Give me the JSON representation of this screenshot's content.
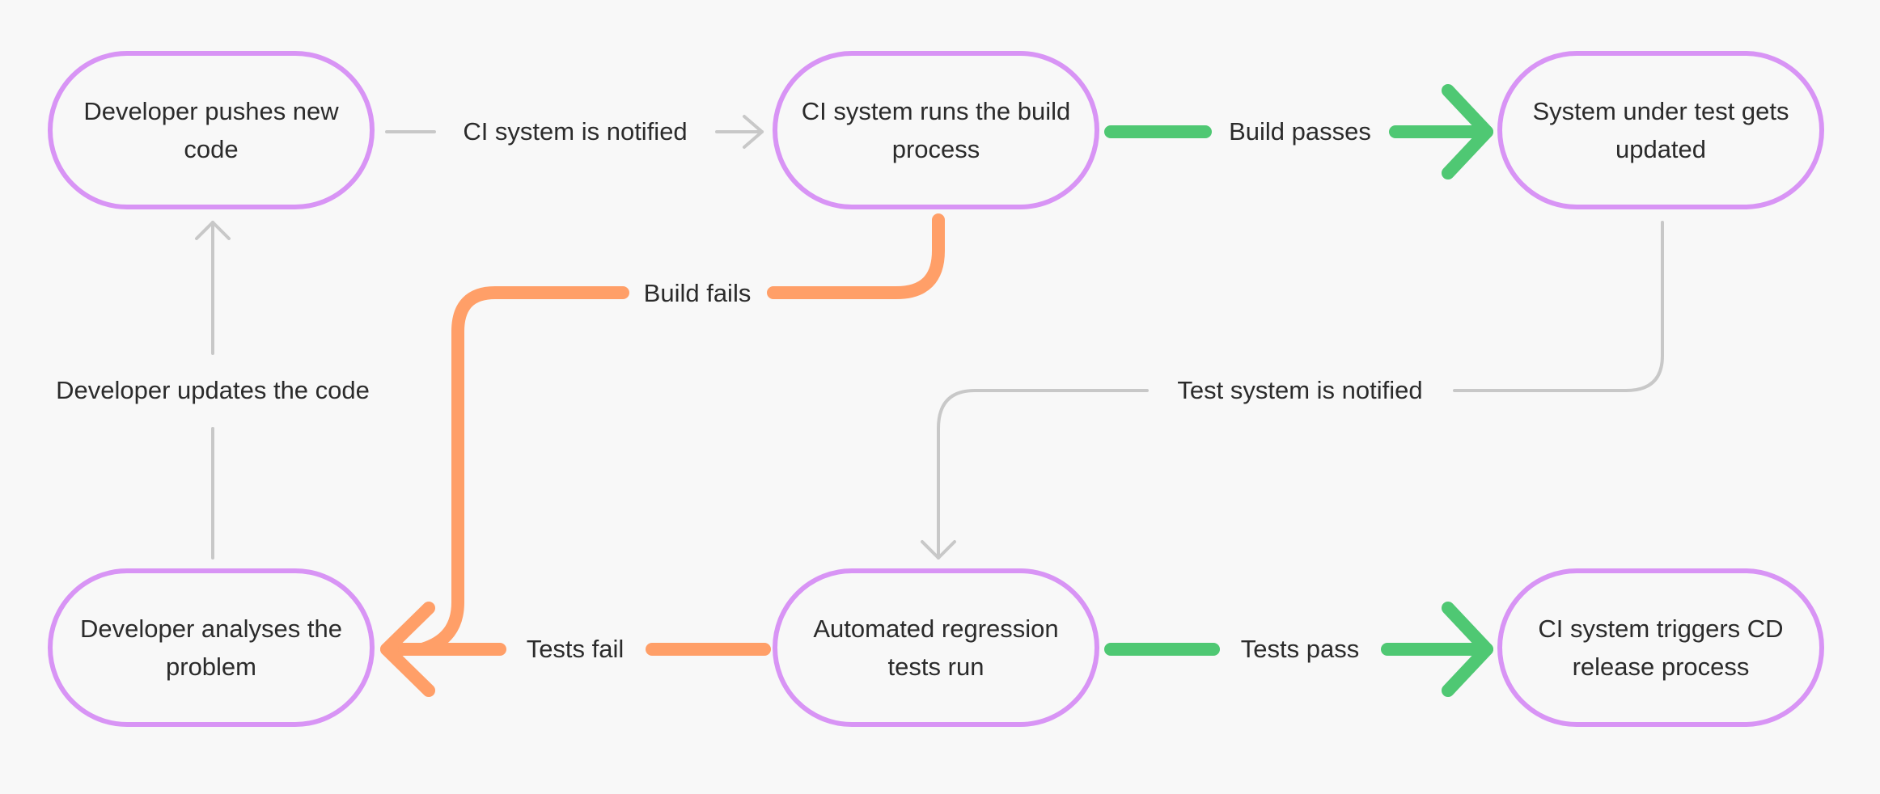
{
  "colors": {
    "background": "#f8f8f8",
    "node_border": "#d894f5",
    "neutral_edge": "#c8c8c8",
    "pass_edge": "#4fc873",
    "fail_edge": "#ff9f68",
    "text": "#2b2b2b"
  },
  "nodes": {
    "developer_pushes": "Developer pushes new code",
    "ci_runs_build": "CI system runs the build process",
    "system_updated": "System under test gets updated",
    "developer_analyses": "Developer analyses the problem",
    "regression_tests": "Automated regression tests run",
    "ci_triggers_cd": "CI system triggers CD release process"
  },
  "edges": {
    "ci_notified": "CI system is notified",
    "build_passes": "Build passes",
    "build_fails": "Build fails",
    "test_system_notified": "Test system is notified",
    "developer_updates": "Developer updates the code",
    "tests_fail": "Tests fail",
    "tests_pass": "Tests pass"
  }
}
